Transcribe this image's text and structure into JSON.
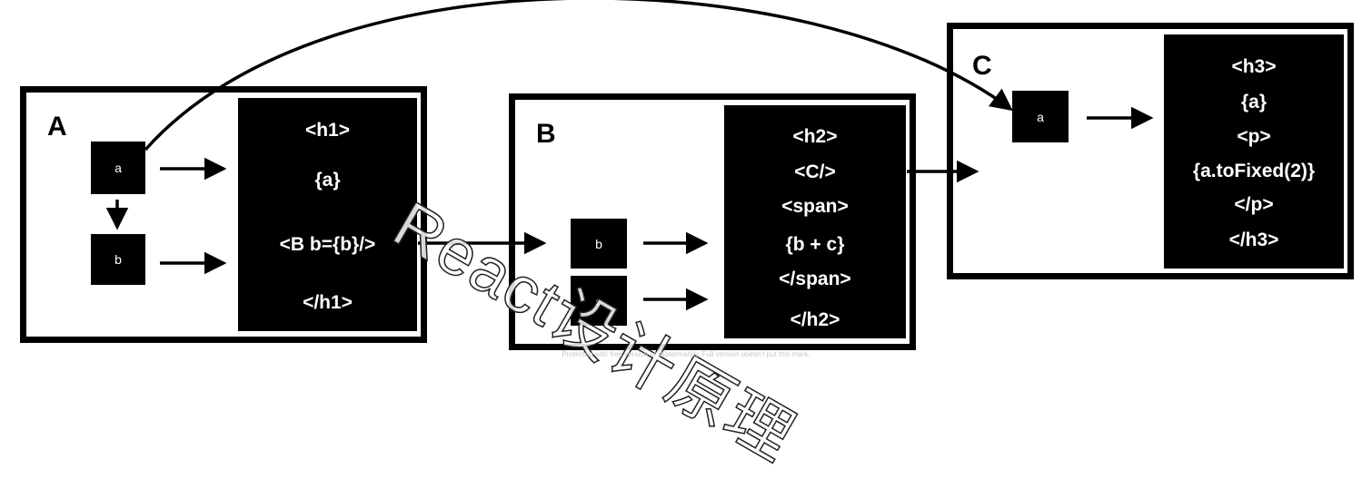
{
  "components": {
    "A": {
      "label": "A",
      "vars": [
        "a",
        "b"
      ],
      "code": [
        "<h1>",
        "{a}",
        "<B b={b}/>",
        "</h1>"
      ]
    },
    "B": {
      "label": "B",
      "vars": [
        "b",
        "c"
      ],
      "code": [
        "<h2>",
        "<C/>",
        "<span>",
        "{b + c}",
        "</span>",
        "</h2>"
      ]
    },
    "C": {
      "label": "C",
      "vars": [
        "a"
      ],
      "code": [
        "<h3>",
        "{a}",
        "<p>",
        "{a.toFixed(2)}",
        "</p>",
        "</h3>"
      ]
    }
  },
  "watermark": "React设计原理",
  "footnote": "Protected with free version of Watermarkly. Full version doesn't put this mark."
}
